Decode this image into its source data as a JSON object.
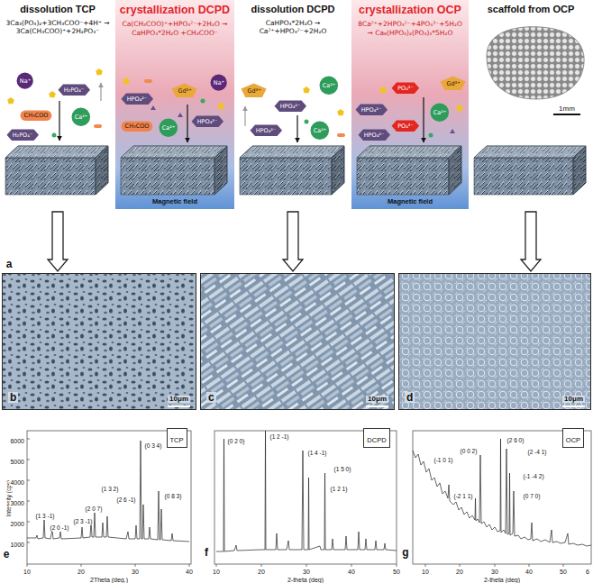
{
  "diagram": {
    "nodes": [
      {
        "text": [
          "dissolution TCP",
          "3Ca₃(PO₄)₂+3CH₃COO⁻+4H⁺ → 3Ca(CH₃COO)⁺+2H₂PO₄⁻"
        ]
      },
      {
        "text": [
          "Na⁺"
        ],
        "in": 0
      },
      {
        "text": [
          "H₂PO₄⁻"
        ],
        "in": 0
      },
      {
        "text": [
          "CH₃COO"
        ],
        "in": 0
      },
      {
        "text": [
          "Ca²⁺"
        ],
        "in": 0
      },
      {
        "text": [
          "H₂PO₄⁻"
        ],
        "in": 0
      },
      {
        "text": [
          "crystallization DCPD",
          "Ca(CH₃COO)⁺+HPO₄²⁻+2H₂O → CaHPO₄*2H₂O +CH₃COO⁻",
          "Magnetic field"
        ]
      },
      {
        "text": [
          "Na⁺"
        ],
        "in": 6
      },
      {
        "text": [
          "Gd³⁺"
        ],
        "in": 6
      },
      {
        "text": [
          "HPO₄²⁻"
        ],
        "in": 6
      },
      {
        "text": [
          "CH₃COO"
        ],
        "in": 6
      },
      {
        "text": [
          "Ca²⁺"
        ],
        "in": 6
      },
      {
        "text": [
          "HPO₄²⁻"
        ],
        "in": 6
      },
      {
        "text": [
          "dissolution DCPD",
          "CaHPO₄*2H₂O → Ca²⁺+HPO₄²⁻+2H₂O"
        ]
      },
      {
        "text": [
          "Gd³⁺"
        ],
        "in": 13
      },
      {
        "text": [
          "Ca²⁺"
        ],
        "in": 13
      },
      {
        "text": [
          "HPO₄²⁻"
        ],
        "in": 13
      },
      {
        "text": [
          "HPO₄²⁻"
        ],
        "in": 13
      },
      {
        "text": [
          "Ca²⁺"
        ],
        "in": 13
      },
      {
        "text": [
          "crystallization OCP",
          "8Ca²⁺+2HPO₄²⁻+4PO₄³⁻+5H₂O → Ca₈(HPO₄)₂(PO₄)₄*5H₂O",
          "Magnetic field"
        ]
      },
      {
        "text": [
          "Gd³⁺"
        ],
        "in": 19
      },
      {
        "text": [
          "PO₄³⁻"
        ],
        "in": 19
      },
      {
        "text": [
          "HPO₄²⁻"
        ],
        "in": 19
      },
      {
        "text": [
          "PO₄³⁻"
        ],
        "in": 19
      },
      {
        "text": [
          "Ca²⁺"
        ],
        "in": 19
      },
      {
        "text": [
          "HPO₄²⁻"
        ],
        "in": 19
      },
      {
        "text": [
          "scaffold from OCP"
        ]
      },
      {
        "text": [
          "b",
          "10μm"
        ]
      },
      {
        "text": [
          "c",
          "10μm"
        ]
      },
      {
        "text": [
          "d",
          "10μm"
        ]
      },
      {
        "text": [
          "TCP"
        ]
      },
      {
        "text": [
          "DCPD"
        ]
      },
      {
        "text": [
          "OCP"
        ]
      }
    ],
    "edges": [
      {
        "from": 0,
        "to": 27,
        "arrow": "to"
      },
      {
        "from": 13,
        "to": 28,
        "arrow": "to"
      },
      {
        "from": 26,
        "to": 29,
        "arrow": "to"
      }
    ],
    "labels": [
      "1mm",
      "a",
      "e",
      "Intensity (cps)",
      "1000",
      "2000",
      "3000",
      "4000",
      "5000",
      "6000",
      "10",
      "20",
      "30",
      "40",
      "2Theta (deg.)",
      "(1 3 -1)",
      "(2 0 -1)",
      "(2 3 -1)",
      "(2 0 7)",
      "(1 3 2)",
      "(2 6 -1)",
      "(0 3 4)",
      "(0 8 3)",
      "f",
      "10",
      "20",
      "30",
      "40",
      "50",
      "2-theta (deg)",
      "(0 2 0)",
      "(1 2 -1)",
      "(1 4 -1)",
      "(1 2 1)",
      "(1 5 0)",
      "g",
      "10",
      "20",
      "30",
      "40",
      "50",
      "6",
      "2-theta (deg)",
      "(-1 0 1)",
      "(-2 1 1)",
      "(0 0 2)",
      "(2 6 0)",
      "(2 -4 1)",
      "(-1 -4 2)",
      "(0 7 0)"
    ]
  }
}
